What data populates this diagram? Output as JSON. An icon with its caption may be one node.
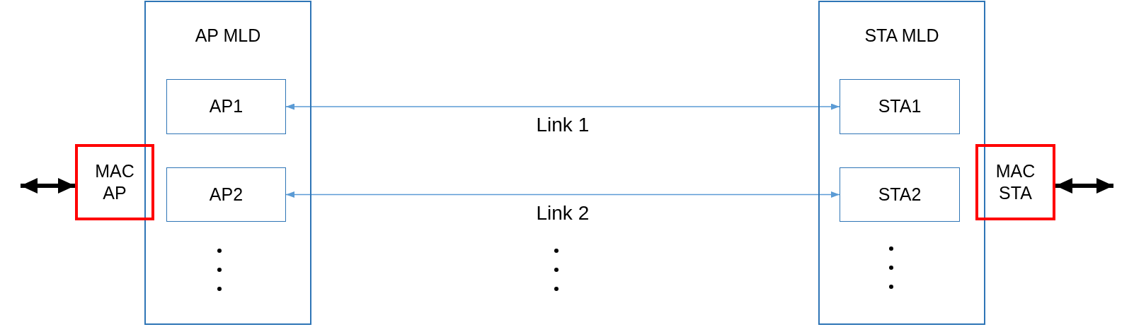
{
  "diagram": {
    "nodes": [
      {
        "text": [
          "AP MLD"
        ]
      },
      {
        "text": [
          "AP1"
        ],
        "in": 0
      },
      {
        "text": [
          "AP2"
        ],
        "in": 0
      },
      {
        "text": [
          "MAC AP"
        ]
      },
      {
        "text": [
          "STA MLD"
        ]
      },
      {
        "text": [
          "STA1"
        ],
        "in": 4
      },
      {
        "text": [
          "STA2"
        ],
        "in": 4
      },
      {
        "text": [
          "MAC STA"
        ]
      }
    ],
    "edges": [
      {
        "from": 1,
        "to": 5,
        "arrow": "both",
        "label": "Link 1",
        "color": "#5b9bd5"
      },
      {
        "from": 2,
        "to": 6,
        "arrow": "both",
        "label": "Link 2",
        "color": "#5b9bd5"
      },
      {
        "from": null,
        "to": 3,
        "arrow": "both",
        "style": "thick",
        "color": "#000000"
      },
      {
        "from": 7,
        "to": null,
        "arrow": "both",
        "style": "thick",
        "color": "#000000"
      }
    ]
  }
}
